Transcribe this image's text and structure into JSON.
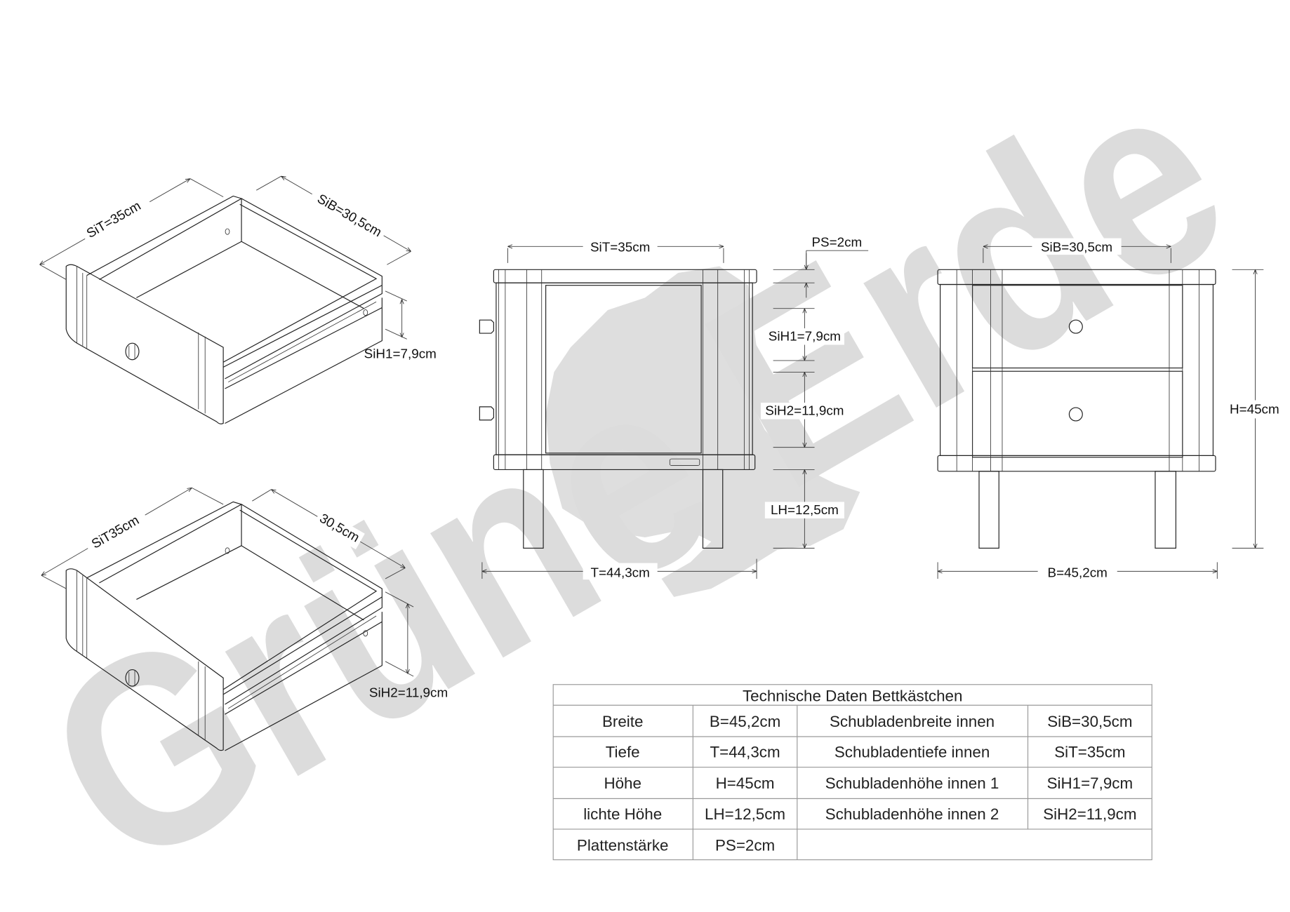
{
  "watermark": {
    "text": "Grüne Erde",
    "color": "#dcdcdc"
  },
  "drawer_top": {
    "depth": "SiT=35cm",
    "width": "SiB=30,5cm",
    "height": "SiH1=7,9cm"
  },
  "drawer_bottom": {
    "depth": "SiT35cm",
    "width": "30,5cm",
    "height": "SiH2=11,9cm"
  },
  "side_view": {
    "inner_depth": "SiT=35cm",
    "panel_thickness": "PS=2cm",
    "drawer1_height": "SiH1=7,9cm",
    "drawer2_height": "SiH2=11,9cm",
    "leg_height": "LH=12,5cm",
    "depth": "T=44,3cm"
  },
  "front_view": {
    "inner_width": "SiB=30,5cm",
    "height": "H=45cm",
    "width": "B=45,2cm"
  },
  "table": {
    "title": "Technische Daten Bettkästchen",
    "rows": [
      [
        "Breite",
        "B=45,2cm",
        "Schubladenbreite innen",
        "SiB=30,5cm"
      ],
      [
        "Tiefe",
        "T=44,3cm",
        "Schubladentiefe innen",
        "SiT=35cm"
      ],
      [
        "Höhe",
        "H=45cm",
        "Schubladenhöhe innen 1",
        "SiH1=7,9cm"
      ],
      [
        "lichte Höhe",
        "LH=12,5cm",
        "Schubladenhöhe innen 2",
        "SiH2=11,9cm"
      ],
      [
        "Plattenstärke",
        "PS=2cm",
        "",
        ""
      ]
    ]
  }
}
